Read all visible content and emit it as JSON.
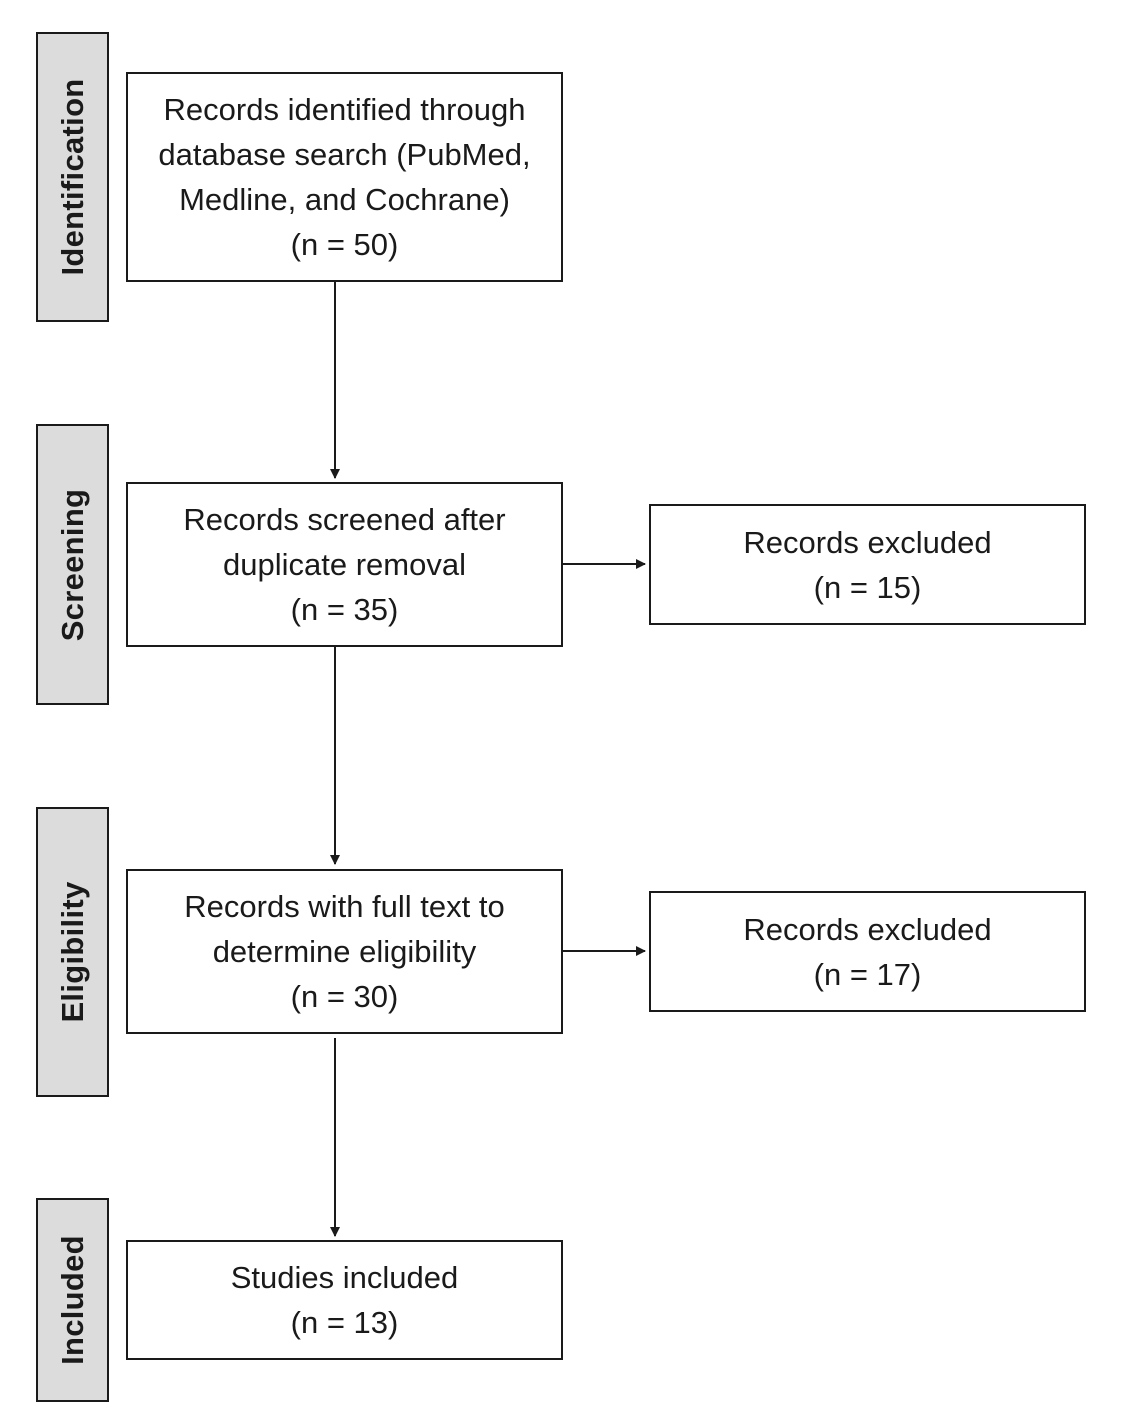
{
  "stages": {
    "identification": "Identification",
    "screening": "Screening",
    "eligibility": "Eligibility",
    "included": "Included"
  },
  "boxes": {
    "identified": {
      "lines": [
        "Records identified through",
        "database search (PubMed,",
        "Medline, and Cochrane)"
      ],
      "count": "(n = 50)"
    },
    "screened": {
      "lines": [
        "Records screened after",
        "duplicate removal"
      ],
      "count": "(n = 35)"
    },
    "excluded_screening": {
      "lines": [
        "Records excluded"
      ],
      "count": "(n = 15)"
    },
    "full_text": {
      "lines": [
        "Records with full text to",
        "determine eligibility"
      ],
      "count": "(n = 30)"
    },
    "excluded_eligibility": {
      "lines": [
        "Records excluded"
      ],
      "count": "(n = 17)"
    },
    "included": {
      "lines": [
        "Studies included"
      ],
      "count": "(n = 13)"
    }
  },
  "colors": {
    "stage_fill": "#dcdcdc",
    "stroke": "#1a1a1a"
  }
}
